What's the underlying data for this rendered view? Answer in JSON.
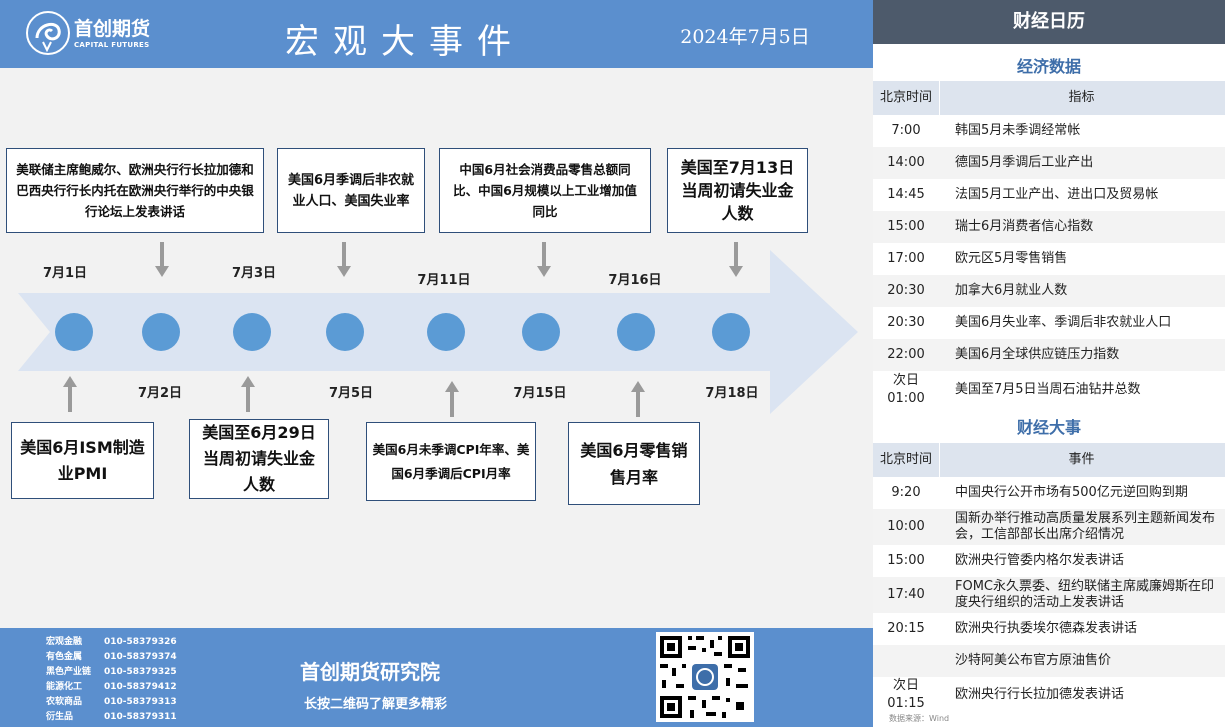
{
  "header": {
    "logo_cn": "首创期货",
    "logo_en": "CAPITAL FUTURES",
    "title": "宏观大事件",
    "date": "2024年7月5日"
  },
  "timeline": {
    "dates_top": [
      "7月1日",
      "7月3日",
      "7月11日",
      "7月16日"
    ],
    "dates_bottom": [
      "7月2日",
      "7月5日",
      "7月15日",
      "7月18日"
    ],
    "events_top": [
      "美联储主席鲍威尔、欧洲央行行长拉加德和巴西央行行长内托在欧洲央行举行的中央银行论坛上发表讲话",
      "美国6月季调后非农就业人口、美国失业率",
      "中国6月社会消费品零售总额同比、中国6月规模以上工业增加值同比",
      "美国至7月13日当周初请失业金人数"
    ],
    "events_bottom": [
      "美国6月ISM制造业PMI",
      "美国至6月29日当周初请失业金人数",
      "美国6月未季调CPI年率、美国6月季调后CPI月率",
      "美国6月零售销售月率"
    ]
  },
  "footer": {
    "contacts": [
      {
        "k": "宏观金融",
        "v": "010-58379326"
      },
      {
        "k": "有色金属",
        "v": "010-58379374"
      },
      {
        "k": "黑色产业链",
        "v": "010-58379325"
      },
      {
        "k": "能源化工",
        "v": "010-58379412"
      },
      {
        "k": "农软商品",
        "v": "010-58379313"
      },
      {
        "k": "衍生品",
        "v": "010-58379311"
      }
    ],
    "title": "首创期货研究院",
    "subtitle": "长按二维码了解更多精彩"
  },
  "calendar": {
    "title": "财经日历",
    "econ_title": "经济数据",
    "econ_headers": [
      "北京时间",
      "指标"
    ],
    "econ_rows": [
      {
        "time": "7:00",
        "item": "韩国5月未季调经常帐"
      },
      {
        "time": "14:00",
        "item": "德国5月季调后工业产出"
      },
      {
        "time": "14:45",
        "item": "法国5月工业产出、进出口及贸易帐"
      },
      {
        "time": "15:00",
        "item": "瑞士6月消费者信心指数"
      },
      {
        "time": "17:00",
        "item": "欧元区5月零售销售"
      },
      {
        "time": "20:30",
        "item": "加拿大6月就业人数"
      },
      {
        "time": "20:30",
        "item": "美国6月失业率、季调后非农就业人口"
      },
      {
        "time": "22:00",
        "item": "美国6月全球供应链压力指数"
      },
      {
        "time": "次日 01:00",
        "item": "美国至7月5日当周石油钻井总数"
      }
    ],
    "events_title": "财经大事",
    "events_headers": [
      "北京时间",
      "事件"
    ],
    "events_rows": [
      {
        "time": "9:20",
        "item": "中国央行公开市场有500亿元逆回购到期"
      },
      {
        "time": "10:00",
        "item": "国新办举行推动高质量发展系列主题新闻发布会，工信部部长出席介绍情况"
      },
      {
        "time": "15:00",
        "item": "欧洲央行管委内格尔发表讲话"
      },
      {
        "time": "17:40",
        "item": "FOMC永久票委、纽约联储主席威廉姆斯在印度央行组织的活动上发表讲话"
      },
      {
        "time": "20:15",
        "item": "欧洲央行执委埃尔德森发表讲话"
      },
      {
        "time": "",
        "item": "沙特阿美公布官方原油售价"
      },
      {
        "time": "次日 01:15",
        "item": "欧洲央行行长拉加德发表讲话"
      }
    ],
    "source": "数据来源：Wind"
  },
  "colors": {
    "header_blue": "#5b8fce",
    "dot_blue": "#5b9bd5",
    "band_blue": "#dbe4f2",
    "panel_dark": "#4d5a6b",
    "section_blue": "#3e6ea9"
  }
}
